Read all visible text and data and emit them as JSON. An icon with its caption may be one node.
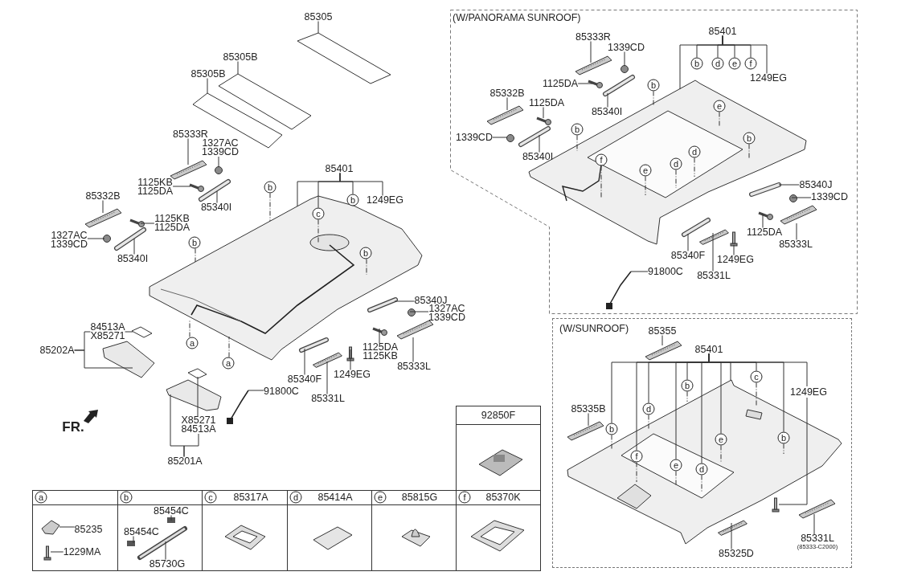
{
  "diagram": {
    "nodes": [
      {
        "text": [
          "85305"
        ]
      },
      {
        "text": [
          "85305B"
        ]
      },
      {
        "text": [
          "85305B"
        ]
      },
      {
        "text": [
          "85333R"
        ]
      },
      {
        "text": [
          "1327AC",
          "1339CD"
        ]
      },
      {
        "text": [
          "1125KB",
          "1125DA"
        ]
      },
      {
        "text": [
          "85340I"
        ]
      },
      {
        "text": [
          "85332B"
        ]
      },
      {
        "text": [
          "1125KB",
          "1125DA"
        ]
      },
      {
        "text": [
          "1327AC",
          "1339CD"
        ]
      },
      {
        "text": [
          "85340I"
        ]
      },
      {
        "text": [
          "85401"
        ]
      },
      {
        "text": [
          "b"
        ]
      },
      {
        "text": [],
        "shape": "picture"
      },
      {
        "text": [
          "1249EG"
        ]
      },
      {
        "text": [
          "b"
        ]
      },
      {
        "text": [
          "b"
        ]
      },
      {
        "text": [
          "b"
        ],
        "in": 13
      },
      {
        "text": [
          "a"
        ]
      },
      {
        "text": [
          "a"
        ]
      },
      {
        "text": [
          "85340J"
        ]
      },
      {
        "text": [
          "1327AC",
          "1339CD"
        ]
      },
      {
        "text": [
          "1125DA",
          "1125KB"
        ]
      },
      {
        "text": [
          "85333L"
        ]
      },
      {
        "text": [
          "1249EG"
        ]
      },
      {
        "text": [
          "85340F"
        ]
      },
      {
        "text": [
          "85331L"
        ]
      },
      {
        "text": [
          "91800C"
        ]
      },
      {
        "text": [
          "84513A",
          "X85271"
        ]
      },
      {
        "text": [
          "85202A"
        ]
      },
      {
        "text": [
          "X85271",
          "84513A"
        ]
      },
      {
        "text": [
          "85201A"
        ]
      },
      {
        "text": [
          "(W/PANORAMA SUNROOF)"
        ]
      },
      {
        "text": [
          "85333R"
        ],
        "in": 32
      },
      {
        "text": [
          "1339CD"
        ],
        "in": 32
      },
      {
        "text": [
          "1125DA"
        ],
        "in": 32
      },
      {
        "text": [
          "85340I"
        ],
        "in": 32
      },
      {
        "text": [
          "85332B"
        ],
        "in": 32
      },
      {
        "text": [
          "1125DA"
        ],
        "in": 32
      },
      {
        "text": [
          "1339CD"
        ],
        "in": 32
      },
      {
        "text": [
          "85340I"
        ],
        "in": 32
      },
      {
        "text": [
          "85401"
        ],
        "in": 32
      },
      {
        "text": [
          "b"
        ],
        "in": 32
      },
      {
        "text": [
          "d"
        ],
        "in": 32
      },
      {
        "text": [
          "e"
        ],
        "in": 32
      },
      {
        "text": [
          "f"
        ],
        "in": 32
      },
      {
        "text": [
          "1249EG"
        ],
        "in": 32
      },
      {
        "text": [],
        "shape": "picture",
        "in": 32
      },
      {
        "text": [
          "b"
        ],
        "in": 32
      },
      {
        "text": [
          "e"
        ],
        "in": 47
      },
      {
        "text": [
          "b"
        ],
        "in": 47
      },
      {
        "text": [
          "f"
        ],
        "in": 47
      },
      {
        "text": [
          "e"
        ],
        "in": 47
      },
      {
        "text": [
          "d"
        ],
        "in": 47
      },
      {
        "text": [
          "d"
        ],
        "in": 47
      },
      {
        "text": [
          "85340J"
        ],
        "in": 32
      },
      {
        "text": [
          "1339CD"
        ],
        "in": 32
      },
      {
        "text": [
          "1125DA"
        ],
        "in": 32
      },
      {
        "text": [
          "85333L"
        ],
        "in": 32
      },
      {
        "text": [
          "1249EG"
        ],
        "in": 32
      },
      {
        "text": [
          "85340F"
        ],
        "in": 32
      },
      {
        "text": [
          "85331L"
        ],
        "in": 32
      },
      {
        "text": [
          "91800C"
        ],
        "in": 32
      },
      {
        "text": [
          "(W/SUNROOF)"
        ]
      },
      {
        "text": [
          "85355"
        ],
        "in": 63
      },
      {
        "text": [
          "85401"
        ],
        "in": 63
      },
      {
        "text": [],
        "shape": "picture",
        "in": 63
      },
      {
        "text": [
          "f"
        ],
        "in": 66
      },
      {
        "text": [
          "d"
        ],
        "in": 63
      },
      {
        "text": [
          "e"
        ],
        "in": 66
      },
      {
        "text": [
          "b"
        ],
        "in": 63
      },
      {
        "text": [
          "d"
        ],
        "in": 66
      },
      {
        "text": [
          "e"
        ],
        "in": 66
      },
      {
        "text": [
          "c"
        ],
        "in": 63
      },
      {
        "text": [
          "b"
        ],
        "in": 66
      },
      {
        "text": [
          "85335B"
        ],
        "in": 63
      },
      {
        "text": [
          "85325D"
        ],
        "in": 63
      },
      {
        "text": [
          "85331L",
          "(85333-C2000)"
        ],
        "in": 63
      },
      {
        "text": [
          "85235"
        ]
      },
      {
        "text": [
          "1229MA"
        ]
      },
      {
        "text": [
          "85454C"
        ]
      },
      {
        "text": [
          "85454C"
        ]
      },
      {
        "text": [
          "85730G"
        ]
      },
      {
        "text": [],
        "shape": "picture"
      },
      {
        "text": [],
        "shape": "picture"
      },
      {
        "text": [],
        "shape": "picture"
      },
      {
        "text": [],
        "shape": "picture"
      },
      {
        "text": [],
        "shape": "circle"
      },
      {
        "text": [],
        "shape": "picture"
      },
      {
        "text": [],
        "shape": "picture"
      },
      {
        "text": [],
        "shape": "picture"
      },
      {
        "text": [],
        "shape": "picture"
      },
      {
        "text": [],
        "shape": "circle"
      },
      {
        "text": [],
        "shape": "picture"
      },
      {
        "text": [
          "c"
        ],
        "in": 13
      },
      {
        "text": [],
        "shape": "picture"
      },
      {
        "text": [],
        "shape": "circle"
      },
      {
        "text": [],
        "shape": "picture"
      },
      {
        "text": [],
        "shape": "picture"
      },
      {
        "text": [],
        "shape": "picture"
      },
      {
        "text": [],
        "shape": "picture"
      },
      {
        "text": [],
        "shape": "picture"
      },
      {
        "text": [],
        "shape": "picture"
      },
      {
        "text": [],
        "shape": "picture"
      },
      {
        "text": [],
        "shape": "picture"
      },
      {
        "text": [],
        "shape": "picture"
      },
      {
        "text": [],
        "shape": "picture"
      },
      {
        "text": [],
        "shape": "picture",
        "in": 32
      },
      {
        "text": [],
        "shape": "circle",
        "in": 32
      },
      {
        "text": [],
        "shape": "picture",
        "in": 32
      },
      {
        "text": [],
        "shape": "picture",
        "in": 32
      },
      {
        "text": [],
        "shape": "picture",
        "in": 32
      },
      {
        "text": [],
        "shape": "picture",
        "in": 32
      },
      {
        "text": [],
        "shape": "circle",
        "in": 32
      },
      {
        "text": [],
        "shape": "picture",
        "in": 32
      },
      {
        "text": [
          "b"
        ],
        "in": 32
      },
      {
        "text": [],
        "shape": "picture",
        "in": 32
      },
      {
        "text": [],
        "shape": "circle",
        "in": 32
      },
      {
        "text": [],
        "shape": "picture",
        "in": 32
      },
      {
        "text": [],
        "shape": "picture",
        "in": 32
      },
      {
        "text": [],
        "shape": "picture",
        "in": 32
      },
      {
        "text": [],
        "shape": "picture",
        "in": 32
      },
      {
        "text": [],
        "shape": "picture",
        "in": 32
      },
      {
        "text": [],
        "shape": "picture",
        "in": 32
      },
      {
        "text": [],
        "shape": "picture",
        "in": 63
      },
      {
        "text": [
          "b"
        ],
        "in": 63
      },
      {
        "text": [],
        "shape": "picture",
        "in": 63
      },
      {
        "text": [],
        "shape": "picture",
        "in": 63
      },
      {
        "text": [],
        "shape": "picture",
        "in": 63
      },
      {
        "text": [],
        "shape": "picture",
        "in": 63
      },
      {
        "text": [],
        "shape": "picture"
      },
      {
        "text": [],
        "shape": "picture"
      },
      {
        "text": [],
        "shape": "box"
      },
      {
        "text": [],
        "shape": "box"
      },
      {
        "text": [],
        "shape": "picture"
      },
      {
        "text": [
          "a"
        ]
      },
      {
        "text": [
          "b"
        ]
      },
      {
        "text": [
          "c"
        ]
      },
      {
        "text": [
          "d"
        ]
      },
      {
        "text": [
          "e"
        ]
      },
      {
        "text": [
          "f"
        ]
      }
    ],
    "edges": [
      {
        "from": 0,
        "to": 83,
        "arrow": "none"
      },
      {
        "from": 1,
        "to": 84,
        "arrow": "none"
      },
      {
        "from": 2,
        "to": 85,
        "arrow": "none"
      },
      {
        "from": 3,
        "to": 86,
        "arrow": "none"
      },
      {
        "from": 4,
        "to": 87,
        "arrow": "none"
      },
      {
        "from": 5,
        "to": 88,
        "arrow": "none"
      },
      {
        "from": 6,
        "to": 89,
        "arrow": "none"
      },
      {
        "from": 7,
        "to": 90,
        "arrow": "none"
      },
      {
        "from": 8,
        "to": 91,
        "arrow": "none"
      },
      {
        "from": 9,
        "to": 92,
        "arrow": "none"
      },
      {
        "from": 10,
        "to": 93,
        "arrow": "none"
      },
      {
        "from": 11,
        "to": 13,
        "arrow": "none"
      },
      {
        "from": 11,
        "to": 12,
        "arrow": "none"
      },
      {
        "from": 11,
        "to": 94,
        "arrow": "none"
      },
      {
        "from": 11,
        "to": 14,
        "arrow": "none"
      },
      {
        "from": 94,
        "to": 13,
        "arrow": "none",
        "style": "dashed"
      },
      {
        "from": 15,
        "to": 13,
        "arrow": "none",
        "style": "dashed"
      },
      {
        "from": 16,
        "to": 13,
        "arrow": "none",
        "style": "dashed"
      },
      {
        "from": 17,
        "to": 13,
        "arrow": "none",
        "style": "dashed"
      },
      {
        "from": 18,
        "to": 13,
        "arrow": "none",
        "style": "dashed"
      },
      {
        "from": 19,
        "to": 13,
        "arrow": "none",
        "style": "dashed"
      },
      {
        "from": 20,
        "to": 95,
        "arrow": "none"
      },
      {
        "from": 21,
        "to": 96,
        "arrow": "none"
      },
      {
        "from": 22,
        "to": 97,
        "arrow": "none"
      },
      {
        "from": 23,
        "to": 98,
        "arrow": "none"
      },
      {
        "from": 24,
        "to": 99,
        "arrow": "none"
      },
      {
        "from": 25,
        "to": 100,
        "arrow": "none"
      },
      {
        "from": 26,
        "to": 101,
        "arrow": "none"
      },
      {
        "from": 27,
        "to": 102,
        "arrow": "none"
      },
      {
        "from": 28,
        "to": 103,
        "arrow": "none"
      },
      {
        "from": 29,
        "to": 28,
        "arrow": "none"
      },
      {
        "from": 29,
        "to": 104,
        "arrow": "none"
      },
      {
        "from": 30,
        "to": 105,
        "arrow": "none"
      },
      {
        "from": 31,
        "to": 30,
        "arrow": "none"
      },
      {
        "from": 31,
        "to": 106,
        "arrow": "none"
      },
      {
        "from": 33,
        "to": 107,
        "arrow": "none"
      },
      {
        "from": 34,
        "to": 108,
        "arrow": "none"
      },
      {
        "from": 35,
        "to": 109,
        "arrow": "none"
      },
      {
        "from": 36,
        "to": 110,
        "arrow": "none"
      },
      {
        "from": 37,
        "to": 111,
        "arrow": "none"
      },
      {
        "from": 38,
        "to": 112,
        "arrow": "none"
      },
      {
        "from": 39,
        "to": 113,
        "arrow": "none"
      },
      {
        "from": 40,
        "to": 114,
        "arrow": "none"
      },
      {
        "from": 41,
        "to": 47,
        "arrow": "none"
      },
      {
        "from": 41,
        "to": 42,
        "arrow": "none"
      },
      {
        "from": 41,
        "to": 43,
        "arrow": "none"
      },
      {
        "from": 41,
        "to": 44,
        "arrow": "none"
      },
      {
        "from": 41,
        "to": 45,
        "arrow": "none"
      },
      {
        "from": 41,
        "to": 46,
        "arrow": "none"
      },
      {
        "from": 115,
        "to": 47,
        "arrow": "none",
        "style": "dashed"
      },
      {
        "from": 48,
        "to": 47,
        "arrow": "none",
        "style": "dashed"
      },
      {
        "from": 49,
        "to": 47,
        "arrow": "none",
        "style": "dashed"
      },
      {
        "from": 50,
        "to": 47,
        "arrow": "none",
        "style": "dashed"
      },
      {
        "from": 51,
        "to": 47,
        "arrow": "none",
        "style": "dashed"
      },
      {
        "from": 52,
        "to": 47,
        "arrow": "none",
        "style": "dashed"
      },
      {
        "from": 53,
        "to": 47,
        "arrow": "none",
        "style": "dashed"
      },
      {
        "from": 54,
        "to": 47,
        "arrow": "none",
        "style": "dashed"
      },
      {
        "from": 55,
        "to": 116,
        "arrow": "none"
      },
      {
        "from": 56,
        "to": 117,
        "arrow": "none"
      },
      {
        "from": 57,
        "to": 118,
        "arrow": "none"
      },
      {
        "from": 58,
        "to": 119,
        "arrow": "none"
      },
      {
        "from": 59,
        "to": 120,
        "arrow": "none"
      },
      {
        "from": 60,
        "to": 121,
        "arrow": "none"
      },
      {
        "from": 61,
        "to": 122,
        "arrow": "none"
      },
      {
        "from": 62,
        "to": 123,
        "arrow": "none"
      },
      {
        "from": 64,
        "to": 124,
        "arrow": "none"
      },
      {
        "from": 65,
        "to": 125,
        "arrow": "none"
      },
      {
        "from": 65,
        "to": 67,
        "arrow": "none"
      },
      {
        "from": 65,
        "to": 68,
        "arrow": "none"
      },
      {
        "from": 65,
        "to": 69,
        "arrow": "none"
      },
      {
        "from": 65,
        "to": 70,
        "arrow": "none"
      },
      {
        "from": 65,
        "to": 71,
        "arrow": "none"
      },
      {
        "from": 65,
        "to": 72,
        "arrow": "none"
      },
      {
        "from": 65,
        "to": 66,
        "arrow": "none"
      },
      {
        "from": 65,
        "to": 73,
        "arrow": "none"
      },
      {
        "from": 65,
        "to": 74,
        "arrow": "none"
      },
      {
        "from": 65,
        "to": 126,
        "arrow": "none",
        "label": "1249EG"
      },
      {
        "from": 125,
        "to": 66,
        "arrow": "none",
        "style": "dashed"
      },
      {
        "from": 67,
        "to": 66,
        "arrow": "none",
        "style": "dashed"
      },
      {
        "from": 68,
        "to": 66,
        "arrow": "none",
        "style": "dashed"
      },
      {
        "from": 69,
        "to": 66,
        "arrow": "none",
        "style": "dashed"
      },
      {
        "from": 70,
        "to": 66,
        "arrow": "none",
        "style": "dashed"
      },
      {
        "from": 71,
        "to": 66,
        "arrow": "none",
        "style": "dashed"
      },
      {
        "from": 72,
        "to": 66,
        "arrow": "none",
        "style": "dashed"
      },
      {
        "from": 73,
        "to": 66,
        "arrow": "none",
        "style": "dashed"
      },
      {
        "from": 74,
        "to": 66,
        "arrow": "none",
        "style": "dashed"
      },
      {
        "from": 75,
        "to": 127,
        "arrow": "none"
      },
      {
        "from": 76,
        "to": 128,
        "arrow": "none"
      },
      {
        "from": 77,
        "to": 129,
        "arrow": "none"
      },
      {
        "from": 78,
        "to": 130,
        "arrow": "none"
      },
      {
        "from": 79,
        "to": 131,
        "arrow": "none"
      },
      {
        "from": 80,
        "to": 132,
        "arrow": "none"
      },
      {
        "from": 81,
        "to": 133,
        "arrow": "none"
      },
      {
        "from": 82,
        "to": 134,
        "arrow": "none"
      }
    ],
    "labels": [
      "FR.",
      "92850F",
      "85317A",
      "85414A",
      "85815G",
      "85370K"
    ]
  }
}
